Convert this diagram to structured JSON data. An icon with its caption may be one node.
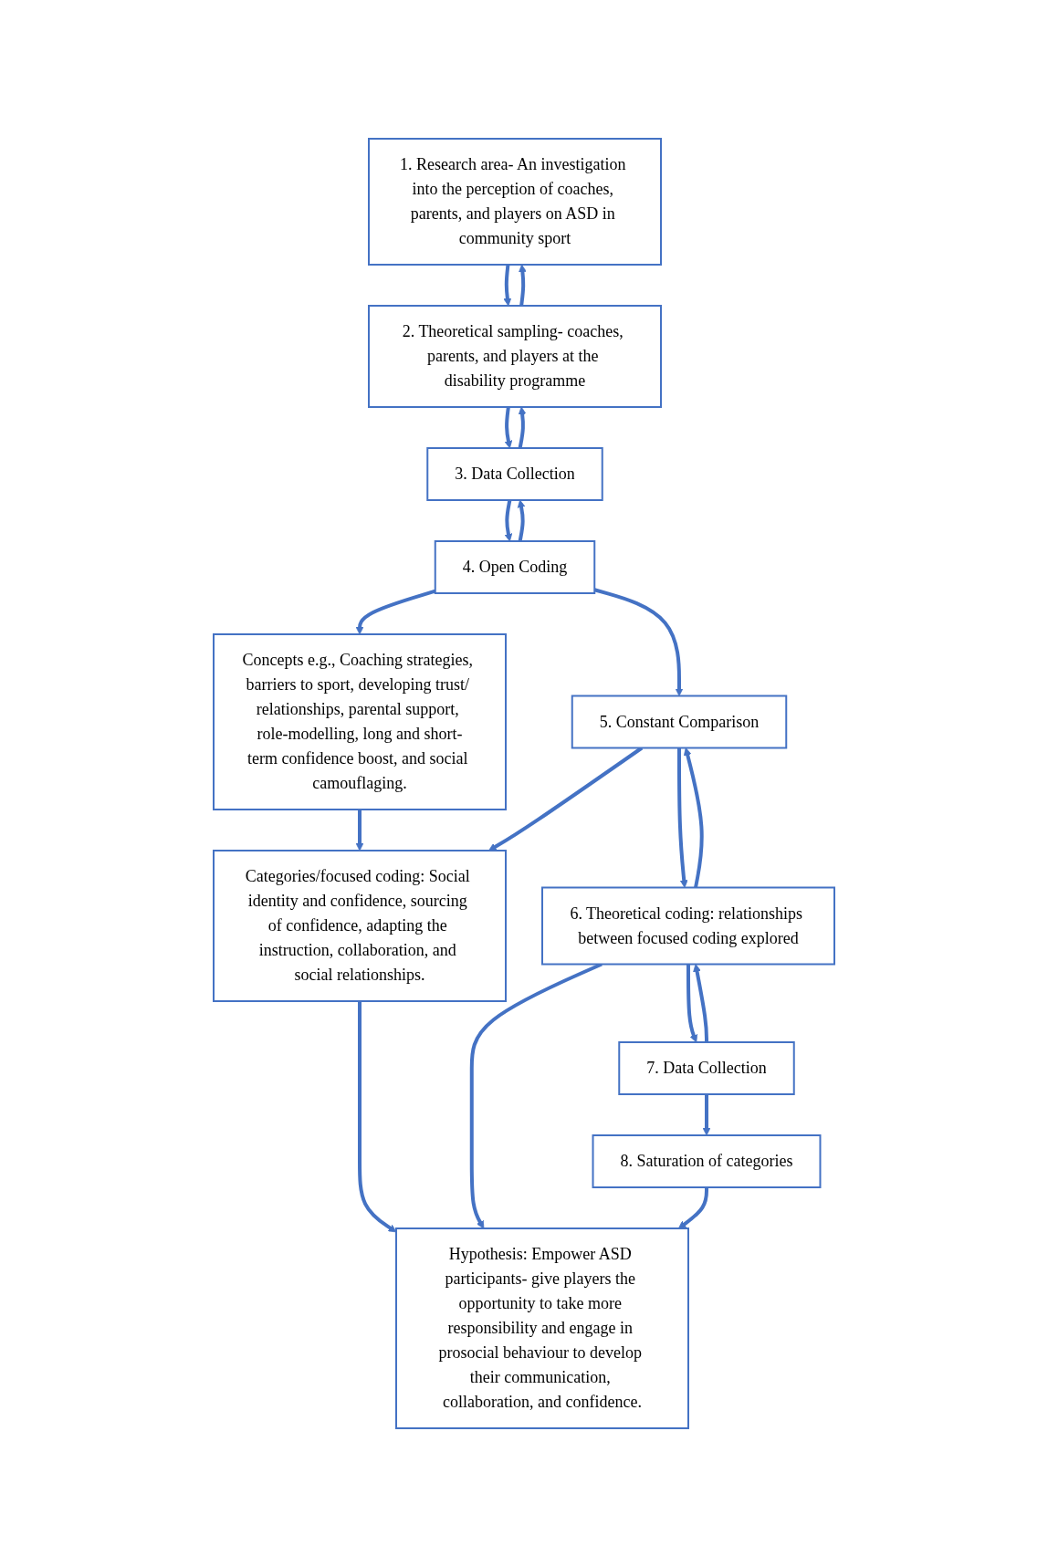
{
  "diagram": {
    "nodes": [
      {
        "text": [
          "1. Research area- An investigation into the perception of coaches, parents, and players on ASD in community sport"
        ]
      },
      {
        "text": [
          "2. Theoretical sampling- coaches, parents, and players at the disability programme"
        ]
      },
      {
        "text": [
          "3. Data Collection"
        ]
      },
      {
        "text": [
          "4. Open Coding"
        ]
      },
      {
        "text": [
          "5. Constant Comparison"
        ]
      },
      {
        "text": [
          "6. Theoretical coding: relationships between focused coding explored"
        ]
      },
      {
        "text": [
          "7. Data Collection"
        ]
      },
      {
        "text": [
          "8. Saturation of categories"
        ]
      },
      {
        "text": [
          "Concepts e.g., Coaching strategies, barriers to sport, developing trust/ relationships, parental support, role-modelling, long and short-term confidence boost, and social camouflaging."
        ]
      },
      {
        "text": [
          "Categories/focused coding: Social identity and confidence, sourcing of confidence, adapting the instruction, collaboration, and social relationships."
        ]
      },
      {
        "text": [
          "Hypothesis: Empower ASD participants- give players the opportunity to take more responsibility and engage in prosocial behaviour to develop their communication, collaboration, and confidence."
        ]
      }
    ],
    "edges": [
      {
        "from": 1,
        "to": 0,
        "arrow": "to"
      },
      {
        "from": 0,
        "to": 1,
        "arrow": "to"
      },
      {
        "from": 2,
        "to": 1,
        "arrow": "to"
      },
      {
        "from": 1,
        "to": 2,
        "arrow": "to"
      },
      {
        "from": 3,
        "to": 2,
        "arrow": "to"
      },
      {
        "from": 2,
        "to": 3,
        "arrow": "to"
      },
      {
        "from": 3,
        "to": 8,
        "arrow": "to"
      },
      {
        "from": 3,
        "to": 4,
        "arrow": "to"
      },
      {
        "from": 8,
        "to": 9,
        "arrow": "to"
      },
      {
        "from": 4,
        "to": 9,
        "arrow": "to"
      },
      {
        "from": 5,
        "to": 4,
        "arrow": "to"
      },
      {
        "from": 4,
        "to": 5,
        "arrow": "to"
      },
      {
        "from": 9,
        "to": 10,
        "arrow": "to"
      },
      {
        "from": 5,
        "to": 10,
        "arrow": "to"
      },
      {
        "from": 6,
        "to": 5,
        "arrow": "to"
      },
      {
        "from": 5,
        "to": 6,
        "arrow": "to"
      },
      {
        "from": 6,
        "to": 7,
        "arrow": "to"
      },
      {
        "from": 7,
        "to": 10,
        "arrow": "to"
      }
    ]
  }
}
